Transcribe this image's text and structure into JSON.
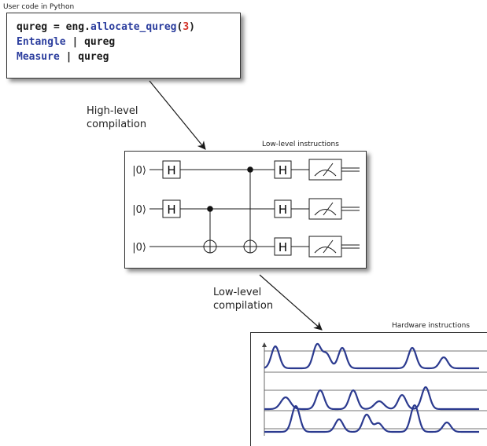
{
  "user_code": {
    "caption": "User code in Python",
    "line1": {
      "var": "qureg",
      "op": " = ",
      "obj": "eng.",
      "func": "allocate_qureg",
      "open": "(",
      "arg": "3",
      "close": ")"
    },
    "line2": {
      "gate": "Entangle",
      "sep": " | ",
      "target": "qureg"
    },
    "line3": {
      "gate": "Measure",
      "sep": " | ",
      "target": "qureg"
    }
  },
  "steps": {
    "high_level": [
      "High-level",
      "compilation"
    ],
    "low_level": [
      "Low-level",
      "compilation"
    ]
  },
  "circuit": {
    "caption": "Low-level instructions",
    "qubit_labels": [
      "|0⟩",
      "|0⟩",
      "|0⟩"
    ],
    "gate_label": "H"
  },
  "hardware": {
    "caption": "Hardware instructions"
  },
  "colors": {
    "pulse": "#2b3a8f",
    "code_keyword": "#2c3e9e",
    "code_number": "#d43127"
  }
}
